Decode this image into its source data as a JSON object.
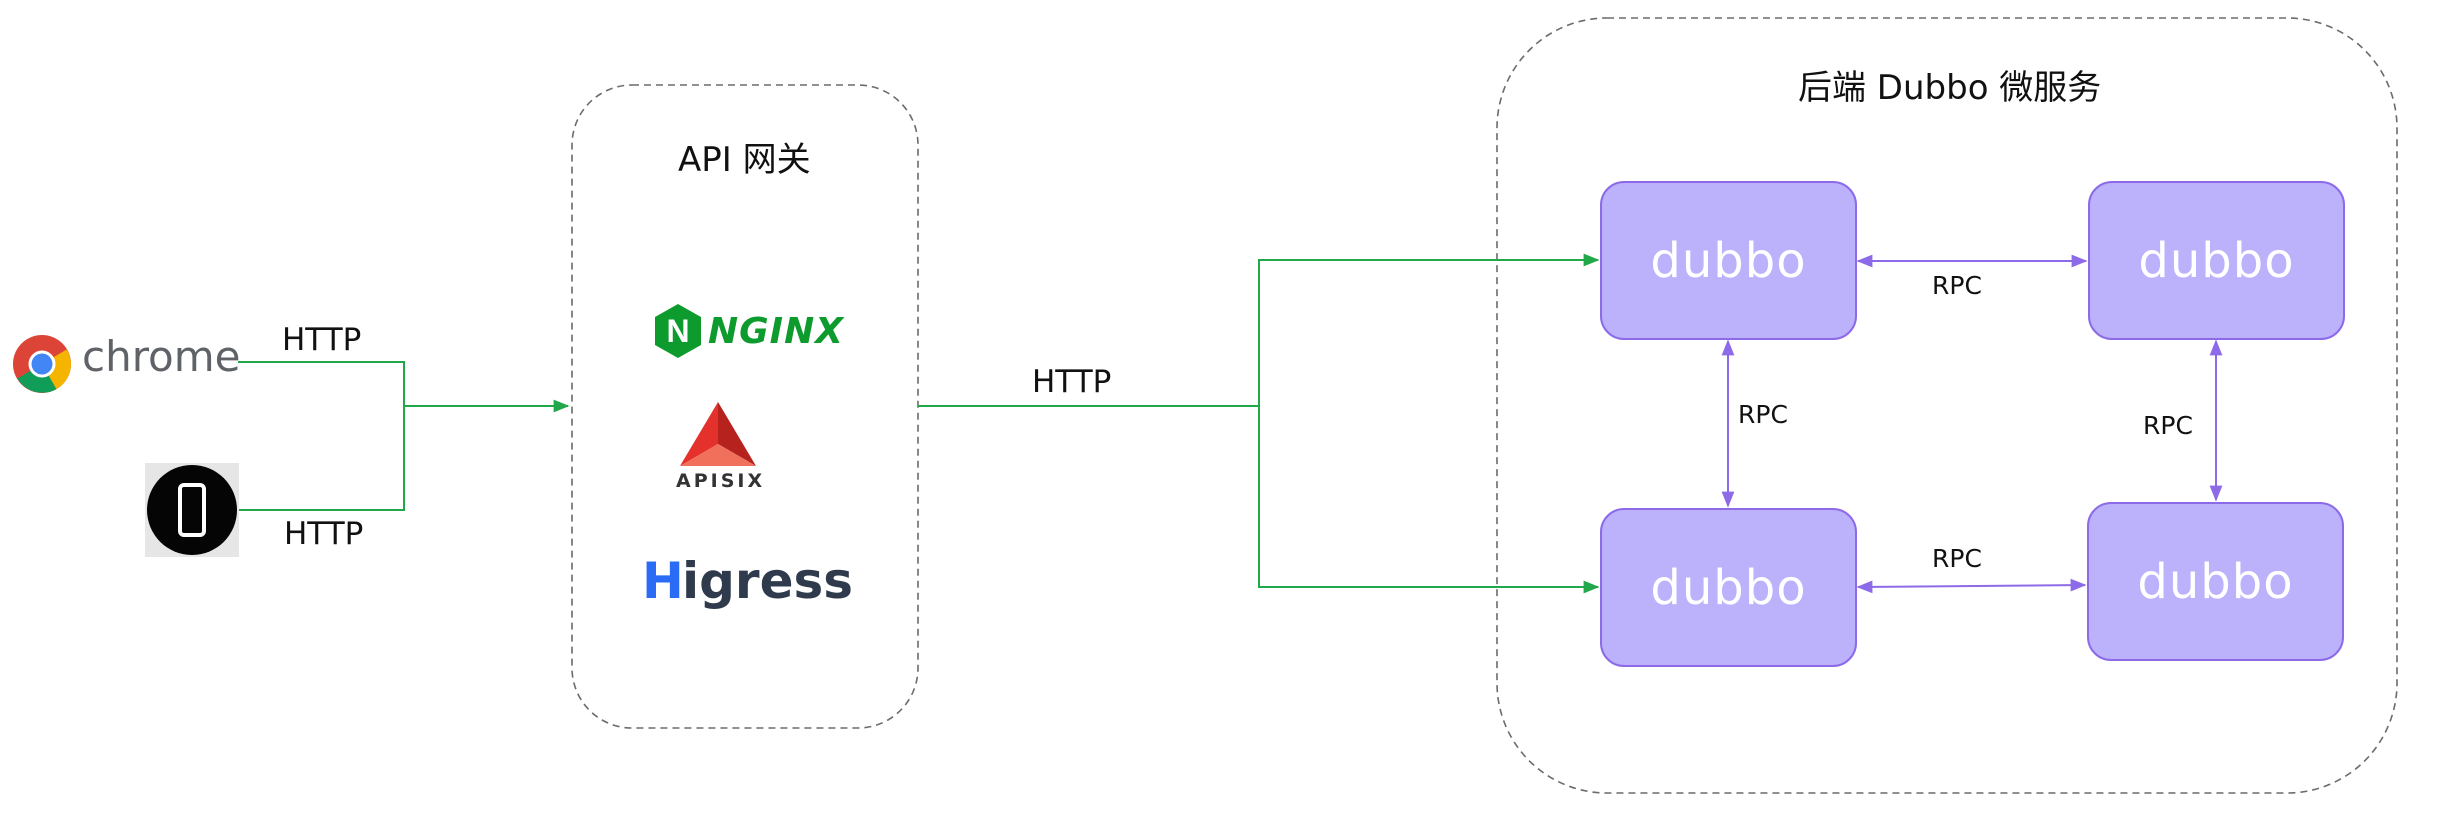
{
  "diagram": {
    "gateway_title": "API 网关",
    "backend_title": "后端 Dubbo 微服务",
    "client_links": [
      "HTTP",
      "HTTP"
    ],
    "gateway_link": "HTTP",
    "rpc_labels": [
      "RPC",
      "RPC",
      "RPC",
      "RPC"
    ],
    "clients": {
      "browser": "chrome",
      "mobile_icon": "smartphone-icon"
    },
    "gateways": {
      "nginx": "NGINX",
      "nginx_letter": "N",
      "apisix": "APISIX",
      "higress_first": "H",
      "higress_rest": "igress"
    },
    "services": [
      "dubbo",
      "dubbo",
      "dubbo",
      "dubbo"
    ],
    "colors": {
      "link": "#22a84a",
      "rpc": "#8c6ae8",
      "service_fill": "#bcb1fb",
      "nginx": "#0e9b2e",
      "apisix": "#e4312c",
      "higress": "#2a6cf5"
    }
  }
}
